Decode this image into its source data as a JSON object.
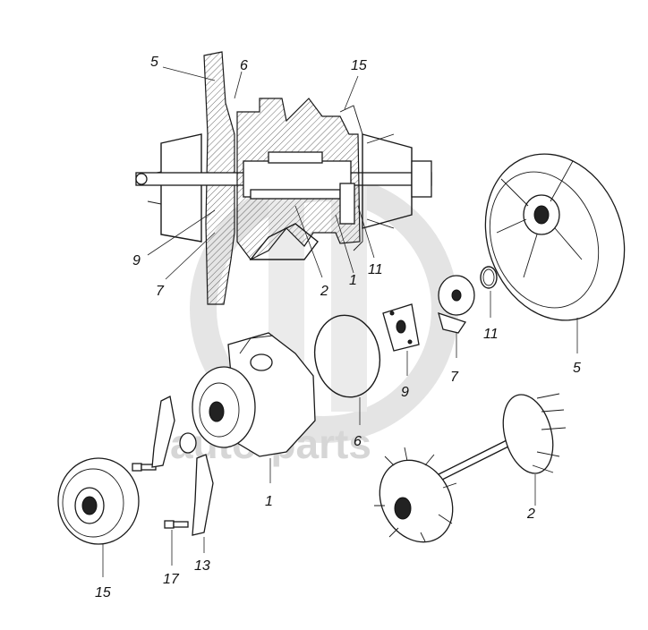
{
  "watermark": {
    "text": "auto-parts"
  },
  "callouts": {
    "section_view": {
      "c5": "5",
      "c6": "6",
      "c15": "15",
      "c9": "9",
      "c7": "7",
      "c2": "2",
      "c1": "1",
      "c11": "11"
    },
    "exploded_view": {
      "c11": "11",
      "c7": "7",
      "c9": "9",
      "c5": "5",
      "c6": "6",
      "c1": "1",
      "c2": "2",
      "c15": "15",
      "c17": "17",
      "c13": "13"
    }
  },
  "colors": {
    "line": "#1a1a1a",
    "watermark": "#d6d6d6",
    "background": "#ffffff"
  }
}
